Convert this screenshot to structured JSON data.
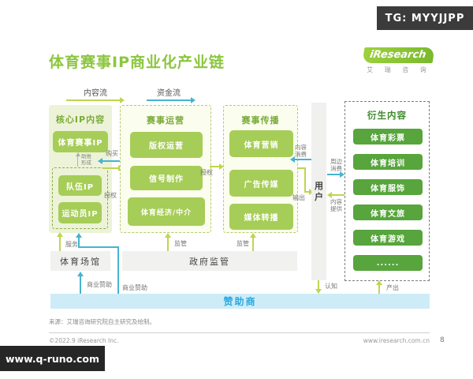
{
  "overlays": {
    "tg_badge": "TG: MYYJJPP",
    "site_badge": "www.q-runo.com"
  },
  "header": {
    "title": "体育赛事IP商业化产业链",
    "logo_text": "iResearch",
    "logo_subtext": "艾 瑞 咨 询"
  },
  "legend": {
    "content_flow": "内容流",
    "capital_flow": "资金流"
  },
  "diagram": {
    "core_ip": {
      "title": "核心IP内容",
      "event_ip": "体育赛事IP",
      "connector_top": "助推",
      "connector_bottom": "形成",
      "team_ip": "队伍IP",
      "athlete_ip": "运动员IP"
    },
    "operation": {
      "title": "赛事运营",
      "items": [
        "版权运营",
        "信号制作",
        "体育经济/中介"
      ]
    },
    "communication": {
      "title": "赛事传播",
      "items": [
        "体育营销",
        "广告传媒",
        "媒体转播"
      ]
    },
    "derivative": {
      "title": "衍生内容",
      "items": [
        "体育彩票",
        "体育培训",
        "体育服饰",
        "体育文旅",
        "体育游戏",
        "......"
      ]
    },
    "user": {
      "label_1": "用",
      "label_2": "户"
    },
    "flows": {
      "buy": "购买",
      "license_1": "授权",
      "license_2": "授权",
      "content_consume": "内容消费",
      "output": "输出",
      "peripheral_consume": "周边消费",
      "content_provide": "内容提供",
      "service": "服务",
      "regulate_1": "监管",
      "regulate_2": "监管",
      "sponsorship_1": "商业赞助",
      "sponsorship_2": "商业赞助",
      "cognition": "认知",
      "produce": "产出"
    },
    "bars": {
      "venue": "体育场馆",
      "government": "政府监管",
      "sponsor": "赞助商"
    }
  },
  "footer": {
    "source": "来源：艾瑞咨询研究院自主研究及绘制。",
    "copyright": "©2022.9 iResearch Inc.",
    "website": "www.iresearch.com.cn",
    "page": "8"
  },
  "colors": {
    "accent_green": "#8cc63f",
    "button_green": "#a6cd57",
    "derivative_green": "#57a53c",
    "flow_teal": "#45b4cf",
    "flow_yellow_green": "#bfd452",
    "sponsor_blue": "#2aa7df",
    "sponsor_bar_bg": "#cdecf7"
  }
}
